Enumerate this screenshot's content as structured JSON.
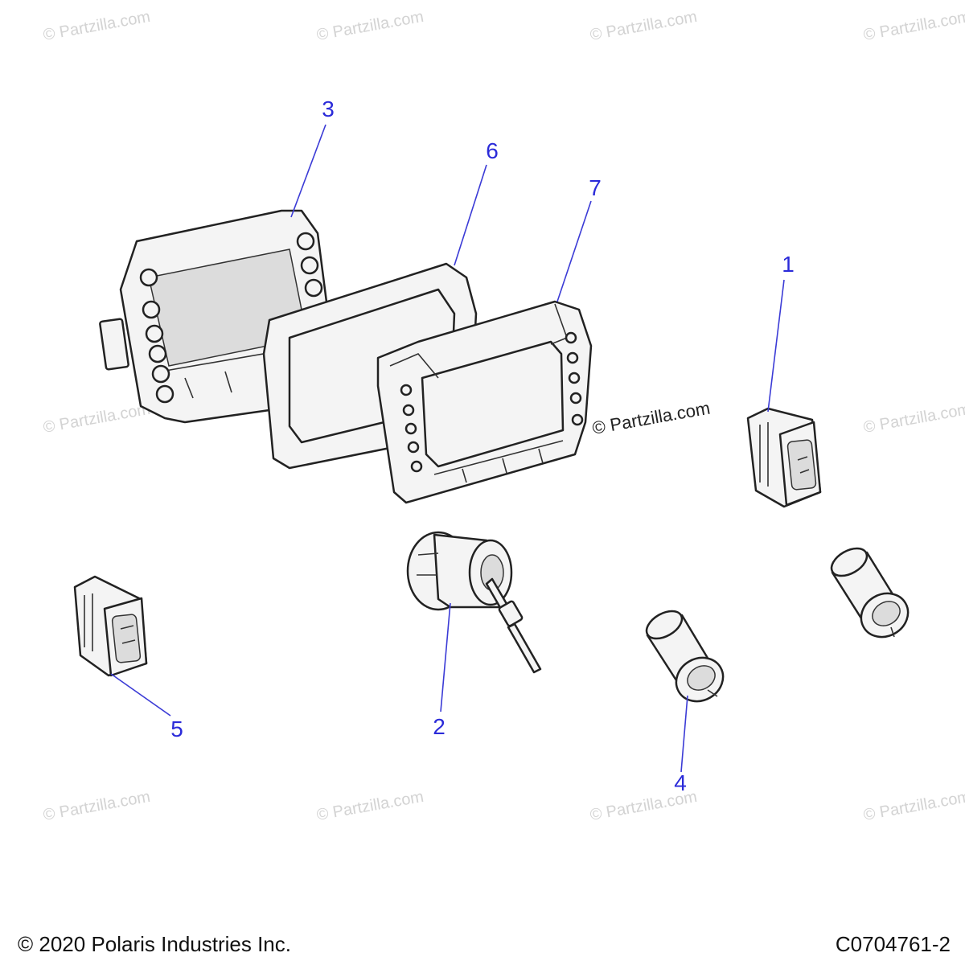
{
  "watermark": "© Partzilla.com",
  "center_watermark": "© Partzilla.com",
  "callouts": {
    "c1": "1",
    "c2": "2",
    "c3": "3",
    "c4": "4",
    "c5": "5",
    "c6": "6",
    "c7": "7"
  },
  "footer": {
    "copyright": "© 2020 Polaris Industries Inc.",
    "diagram_id": "C0704761-2"
  },
  "colors": {
    "callout": "#2b2bd9",
    "leader": "#3b3bd6",
    "watermark": "#d3d3d3"
  }
}
